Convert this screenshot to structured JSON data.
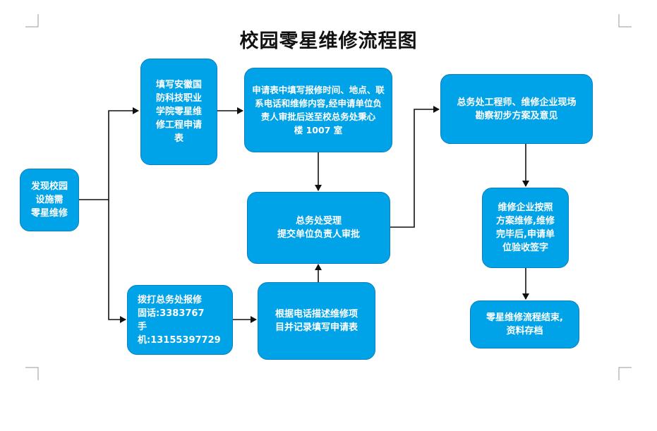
{
  "title": "校园零星维修流程图",
  "nodes": {
    "start": "发现校园\n设施需\n零星维修",
    "fill_form": "填写安徽国\n防科技职业\n学院零星维\n修工程申请\n表",
    "form_content": "申请表中填写报修时间、地点、联\n系电话和维修内容,经申请单位负\n责人审批后送至校总务处秉心\n楼 1007 室",
    "accept": "总务处受理\n提交单位负责人审批",
    "call": "拨打总务处报修\n固话:3383767\n手机:13155397729",
    "phone_record": "根据电话描述维修项\n目并记录填写申请表",
    "survey": "总务处工程师、维修企业现场\n勘察初步方案及意见",
    "repair": "维修企业按照\n方案维修,维修\n完毕后,申请单\n位验收签字",
    "end": "零星维修流程结束,\n资料存档"
  },
  "colors": {
    "box_fill": "#00a2e8",
    "box_border": "#0a7fc0",
    "arrow": "#111111"
  }
}
